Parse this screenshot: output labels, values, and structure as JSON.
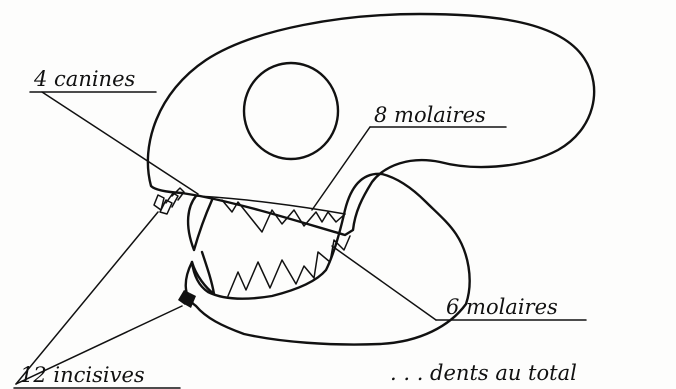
{
  "labels": {
    "canines": "4 canines",
    "upper_molars": "8 molaires",
    "lower_molars": "6 molaires",
    "incisors": "12 incisives",
    "total": ". . . dents au total"
  },
  "colors": {
    "ink": "#111111",
    "paper": "#fdfdfc"
  }
}
